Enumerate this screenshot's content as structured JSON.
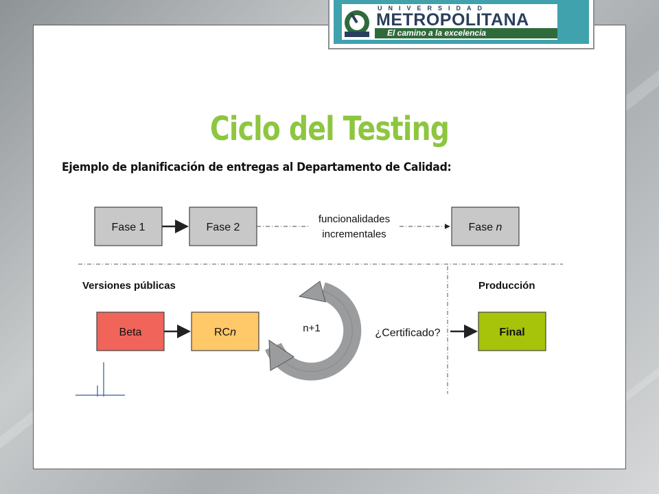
{
  "logo": {
    "university_word": "UNIVERSIDAD",
    "name": "METROPOLITANA",
    "tagline": "El camino a la excelencia",
    "colors": {
      "frame": "#3fa2ad",
      "text": "#2a3f5c",
      "bar": "#2f6a3b"
    }
  },
  "slide": {
    "title": "Ciclo del Testing",
    "subtitle": "Ejemplo de planificación de entregas al Departamento de Calidad:",
    "title_color": "#8dc63f"
  },
  "diagram": {
    "phases": [
      "Fase 1",
      "Fase 2",
      "Fase n"
    ],
    "functionalities_line1": "funcionalidades",
    "functionalities_line2": "incrementales",
    "public_versions_label": "Versiones públicas",
    "production_label": "Producción",
    "beta": "Beta",
    "rc": "RCn",
    "loop_label": "n+1",
    "certified": "¿Certificado?",
    "final": "Final",
    "colors": {
      "phase": "#c8c8c8",
      "beta": "#f0645a",
      "rc": "#ffc869",
      "final": "#a7c30a",
      "loop": "#9a9c9e"
    }
  }
}
